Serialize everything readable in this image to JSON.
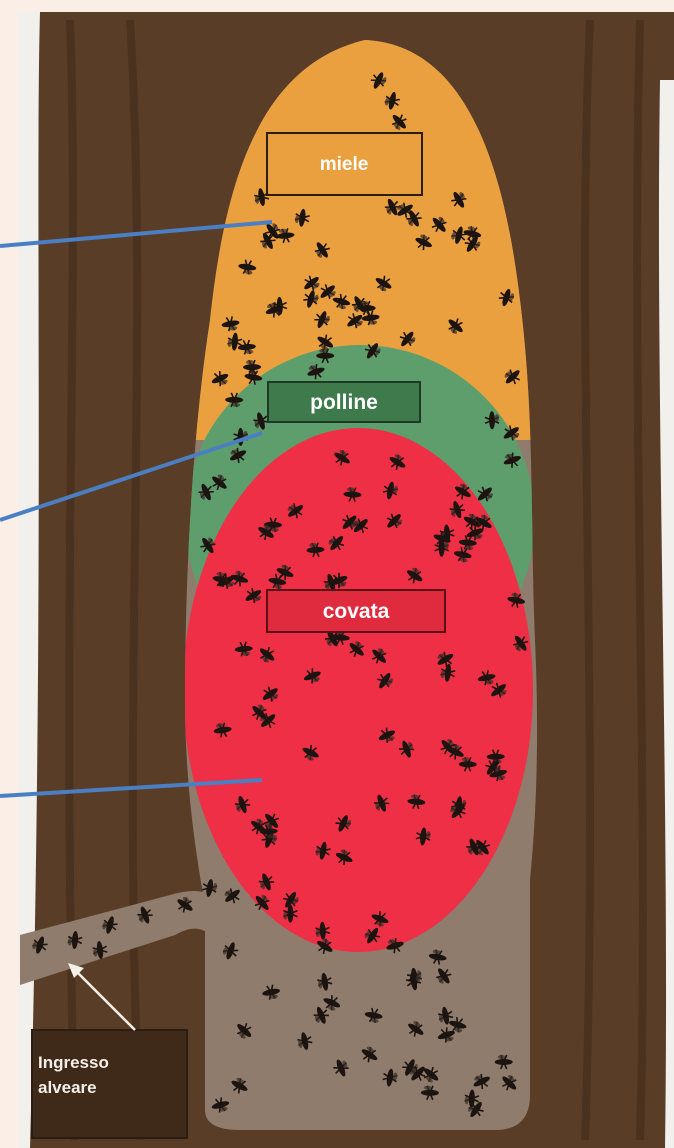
{
  "labels": {
    "honey": "miele",
    "pollen": "polline",
    "brood": "covata",
    "entrance_line1": "Ingresso",
    "entrance_line2": "alveare"
  },
  "colors": {
    "background": "#fbeee6",
    "trunk": "#5a3d26",
    "trunk_dark": "#3f2a19",
    "cavity": "#8f7c6c",
    "honey": "#eba040",
    "pollen": "#5e9d6c",
    "brood": "#ef2f45",
    "pointer_line": "#4b7fc4",
    "bee": "#1c1410"
  },
  "icons": {
    "bee": "bee-icon",
    "arrow": "arrow-icon"
  }
}
